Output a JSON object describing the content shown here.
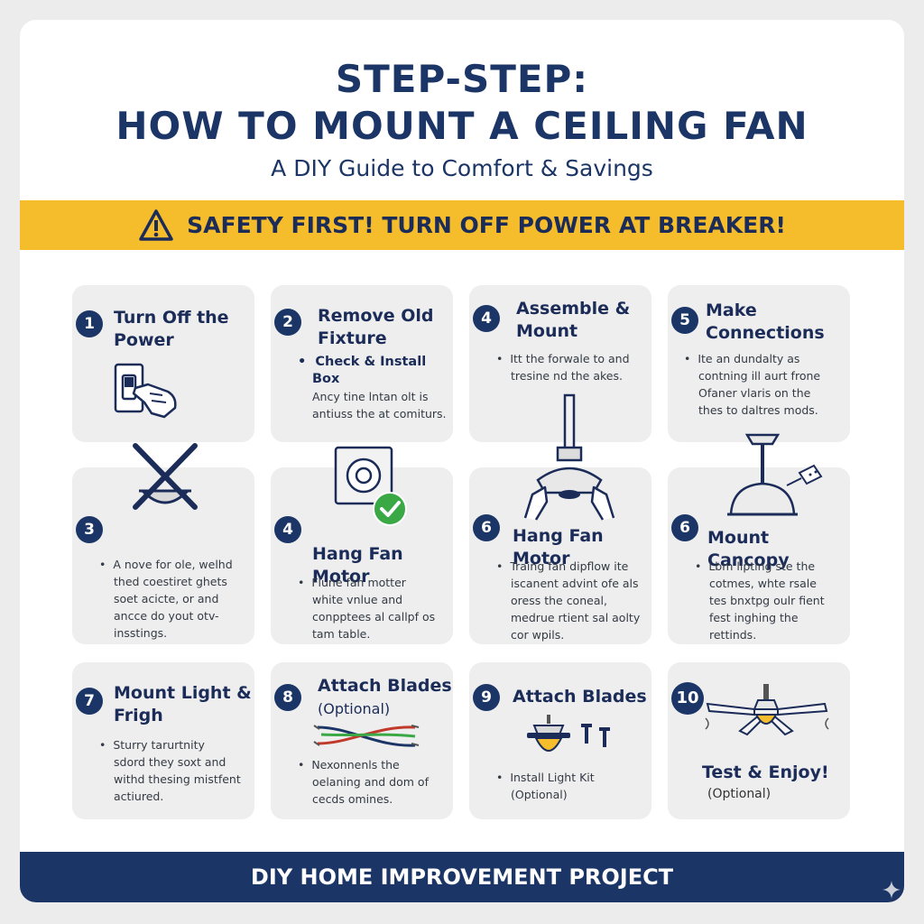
{
  "header": {
    "title_line1": "STEP-STEP:",
    "title_line2": "HOW TO MOUNT A CEILING FAN",
    "subtitle": "A DIY Guide to Comfort & Savings"
  },
  "banner": {
    "text": "SAFETY FIRST! TURN OFF POWER AT BREAKER!"
  },
  "steps": [
    {
      "num": "1",
      "title1": "Turn Off the",
      "title2": "Power"
    },
    {
      "num": "2",
      "title1": "Remove Old",
      "title2": "Fixture",
      "bullet1": "Check & Install",
      "bullet2": "Box",
      "body1": "Ancy tine lntan olt is",
      "body2": "antiuss the at comiturs."
    },
    {
      "num": "4",
      "title1": "Assemble &",
      "title2": "Mount",
      "body1": "Itt the forwale to and",
      "body2": "tresine nd the akes."
    },
    {
      "num": "5",
      "title1": "Make",
      "title2": "Connections",
      "body1": "Ite an dundalty as",
      "body2": "contning ill aurt frone",
      "body3": "Ofaner vlaris on the",
      "body4": "thes to daltres mods."
    },
    {
      "num": "3",
      "body1": "A nove for ole, welhd",
      "body2": "thed coestiret ghets",
      "body3": "soet acicte, or and",
      "body4": "ancce do yout otv-",
      "body5": "insstings."
    },
    {
      "num": "4",
      "title1": "Hang Fan Motor",
      "body1": "Flune fan motter",
      "body2": "white vnlue and",
      "body3": "conpptees al callpf os",
      "body4": "tam table."
    },
    {
      "num": "6",
      "title1": "Hang Fan Motor",
      "body1": "Traing fan dipflow ite",
      "body2": "iscanent advint ofe als",
      "body3": "oress the coneal,",
      "body4": "medrue rtient sal aolty",
      "body5": "cor wpils."
    },
    {
      "num": "6",
      "title1": "Mount Cancopy",
      "body1": "Lbm lipting ste the",
      "body2": "cotmes, whte rsale",
      "body3": "tes bnxtpg oulr fient",
      "body4": "fest inghing the",
      "body5": "rettinds."
    },
    {
      "num": "7",
      "title1": "Mount Light &",
      "title2": "Frigh",
      "body1": "Sturry tarurtnity",
      "body2": "sdord they soxt and",
      "body3": "withd thesing mistfent",
      "body4": "actiured."
    },
    {
      "num": "8",
      "title1": "Attach Blades",
      "title2": "(Optional)",
      "body1": "Nexonnenls the",
      "body2": "oelaning and dom of",
      "body3": "cecds omines."
    },
    {
      "num": "9",
      "title1": "Attach Blades",
      "body1": "Install Light Kit",
      "body2": "(Optional)"
    },
    {
      "num": "10",
      "title1": "Test & Enjoy!",
      "title2": "(Optional)"
    }
  ],
  "footer": {
    "text": "DIY HOME IMPROVEMENT PROJECT"
  },
  "colors": {
    "navy": "#1b3566",
    "yellow": "#f5bd2c",
    "card": "#eeeeee",
    "green": "#3aa845"
  },
  "icons": [
    "warning-icon",
    "light-switch-hand-icon",
    "crossed-fixture-icon",
    "electrical-box-check-icon",
    "fan-downrod-icon",
    "fan-motor-hands-icon",
    "canopy-lamp-icon",
    "wires-icon",
    "light-kit-screws-icon",
    "ceiling-fan-icon",
    "sparkle-icon"
  ]
}
